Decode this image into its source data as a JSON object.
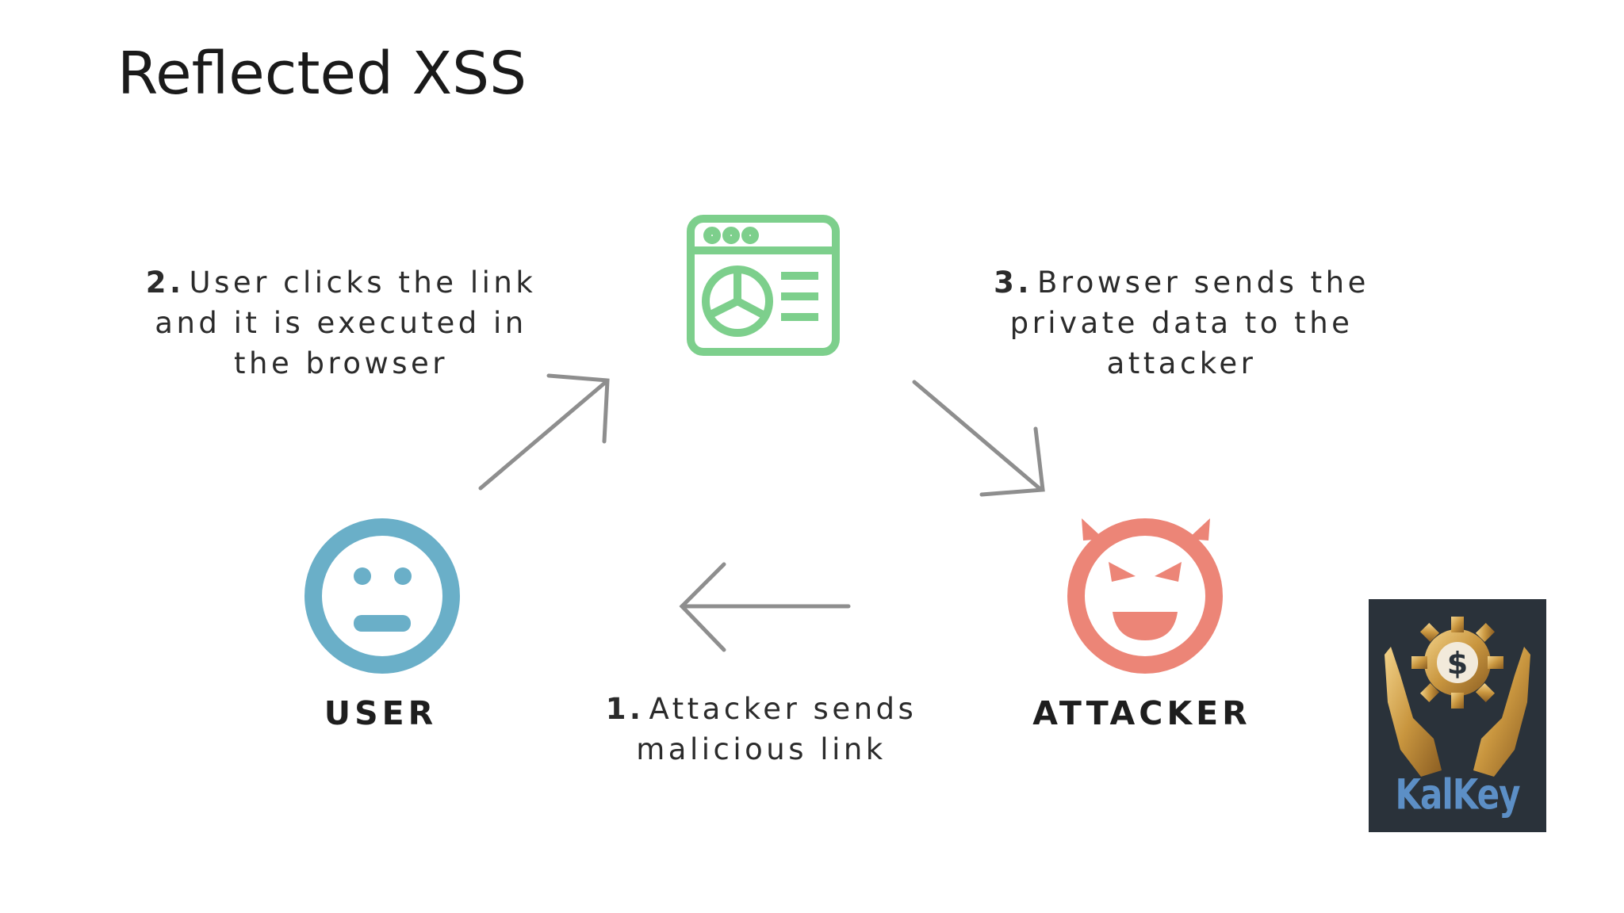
{
  "slide": {
    "title": "Reflected XSS"
  },
  "steps": [
    {
      "number": "1.",
      "lines": [
        "Attacker sends",
        "malicious link"
      ]
    },
    {
      "number": "2.",
      "lines": [
        "User clicks the link",
        "and it is executed in",
        "the browser"
      ]
    },
    {
      "number": "3.",
      "lines": [
        "Browser sends the",
        "private data to the",
        "attacker"
      ]
    }
  ],
  "roles": {
    "user": "USER",
    "attacker": "ATTACKER"
  },
  "icons": {
    "user": "neutral-face-icon",
    "attacker": "devil-face-icon",
    "browser": "browser-window-icon",
    "logo": "kalkey-logo"
  },
  "colors": {
    "user": "#6aafc8",
    "attacker": "#ec8577",
    "browser": "#7dcf8c",
    "arrow": "#8e8e8e"
  },
  "logo": {
    "text": "KalKey"
  }
}
